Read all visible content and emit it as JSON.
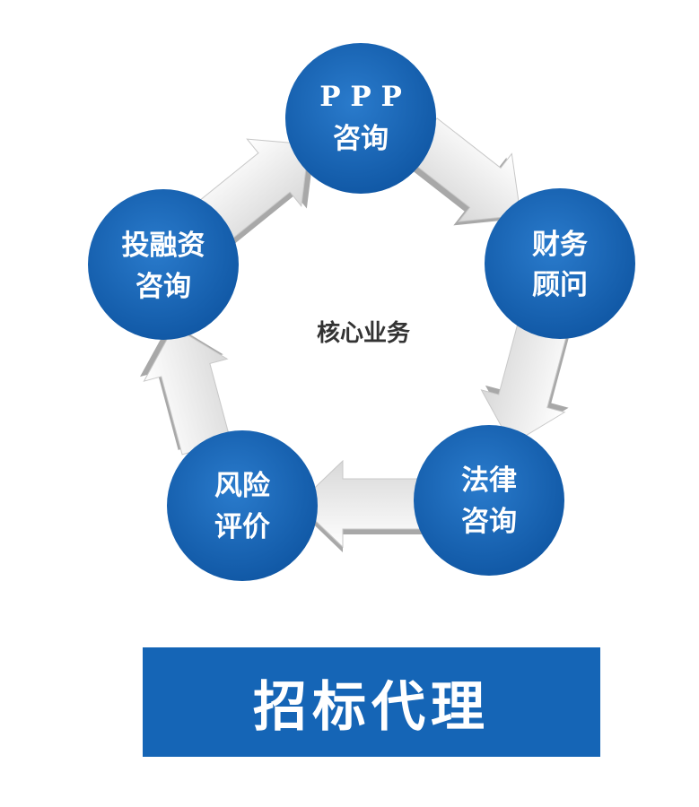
{
  "diagram": {
    "center_label": "核心业务",
    "nodes": [
      {
        "id": "ppp",
        "line1": "P P P",
        "line2": "咨询"
      },
      {
        "id": "finance",
        "line1": "财务",
        "line2": "顾问"
      },
      {
        "id": "legal",
        "line1": "法律",
        "line2": "咨询"
      },
      {
        "id": "risk",
        "line1": "风险",
        "line2": "评价"
      },
      {
        "id": "investment",
        "line1": "投融资",
        "line2": "咨询"
      }
    ],
    "colors": {
      "node_fill": "#1565b6",
      "node_text": "#ffffff",
      "arrow_light": "#f2f2f2",
      "arrow_shadow": "#a8a8a8",
      "center_text": "#333333"
    }
  },
  "banner": {
    "text": "招标代理",
    "color": "#1565b6"
  }
}
